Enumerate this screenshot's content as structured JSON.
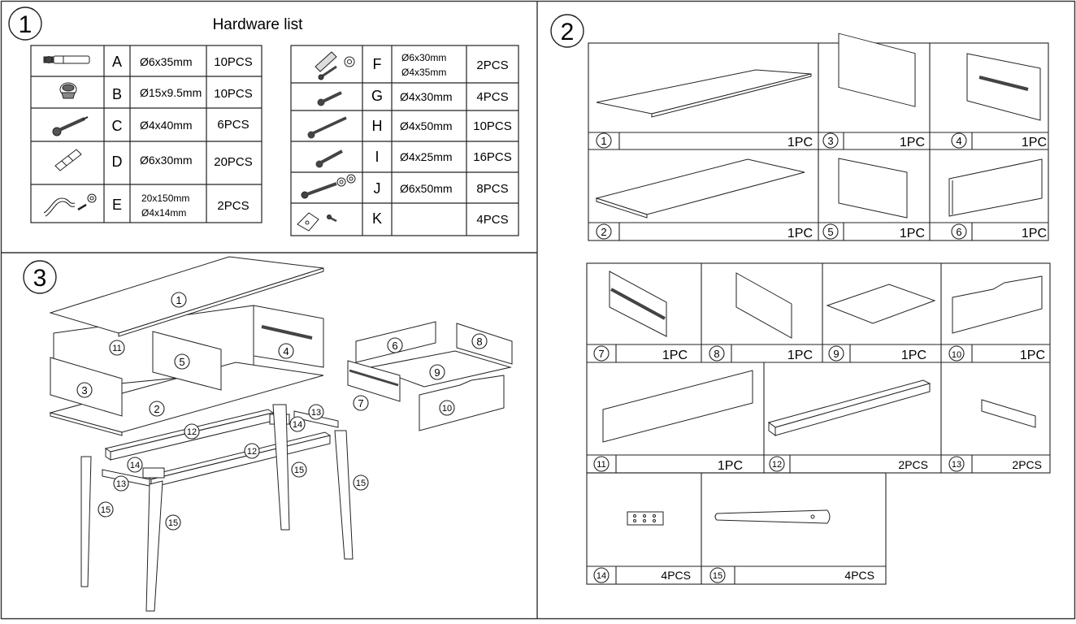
{
  "step_labels": [
    "1",
    "2",
    "3"
  ],
  "hardware": {
    "title": "Hardware list",
    "left_rows": [
      {
        "letter": "A",
        "spec": [
          "Ø6x35mm"
        ],
        "qty": "10PCS",
        "icon": "dowel-pin-icon"
      },
      {
        "letter": "B",
        "spec": [
          "Ø15x9.5mm"
        ],
        "qty": "10PCS",
        "icon": "cam-lock-icon"
      },
      {
        "letter": "C",
        "spec": [
          "Ø4x40mm"
        ],
        "qty": "6PCS",
        "icon": "wood-screw-icon"
      },
      {
        "letter": "D",
        "spec": [
          "Ø6x30mm"
        ],
        "qty": "20PCS",
        "icon": "wooden-dowel-icon"
      },
      {
        "letter": "E",
        "spec": [
          "20x150mm",
          "Ø4x14mm"
        ],
        "qty": "2PCS",
        "icon": "strap-and-screw-icon"
      }
    ],
    "right_rows": [
      {
        "letter": "F",
        "spec": [
          "Ø6x30mm",
          "Ø4x35mm"
        ],
        "qty": "2PCS",
        "icon": "anchor-screw-washer-icon"
      },
      {
        "letter": "G",
        "spec": [
          "Ø4x30mm"
        ],
        "qty": "4PCS",
        "icon": "short-screw-icon"
      },
      {
        "letter": "H",
        "spec": [
          "Ø4x50mm"
        ],
        "qty": "10PCS",
        "icon": "long-screw-icon"
      },
      {
        "letter": "I",
        "spec": [
          "Ø4x25mm"
        ],
        "qty": "16PCS",
        "icon": "small-screw-icon"
      },
      {
        "letter": "J",
        "spec": [
          "Ø6x50mm"
        ],
        "qty": "8PCS",
        "icon": "bolt-washer-icon"
      },
      {
        "letter": "K",
        "spec": [
          ""
        ],
        "qty": "4PCS",
        "icon": "corner-bracket-icon"
      }
    ]
  },
  "parts_panel_a": [
    {
      "num": "1",
      "qty": "1PC"
    },
    {
      "num": "3",
      "qty": "1PC"
    },
    {
      "num": "4",
      "qty": "1PC"
    },
    {
      "num": "2",
      "qty": "1PC"
    },
    {
      "num": "5",
      "qty": "1PC"
    },
    {
      "num": "6",
      "qty": "1PC"
    }
  ],
  "parts_panel_b": [
    {
      "num": "7",
      "qty": "1PC"
    },
    {
      "num": "8",
      "qty": "1PC"
    },
    {
      "num": "9",
      "qty": "1PC"
    },
    {
      "num": "10",
      "qty": "1PC"
    },
    {
      "num": "11",
      "qty": "1PC"
    },
    {
      "num": "12",
      "qty": "2PCS"
    },
    {
      "num": "13",
      "qty": "2PCS"
    },
    {
      "num": "14",
      "qty": "4PCS"
    },
    {
      "num": "15",
      "qty": "4PCS"
    }
  ],
  "assembly_labels": [
    "1",
    "11",
    "5",
    "4",
    "6",
    "8",
    "3",
    "2",
    "9",
    "7",
    "10",
    "13",
    "14",
    "12",
    "12",
    "14",
    "13",
    "15",
    "15",
    "15",
    "15"
  ]
}
